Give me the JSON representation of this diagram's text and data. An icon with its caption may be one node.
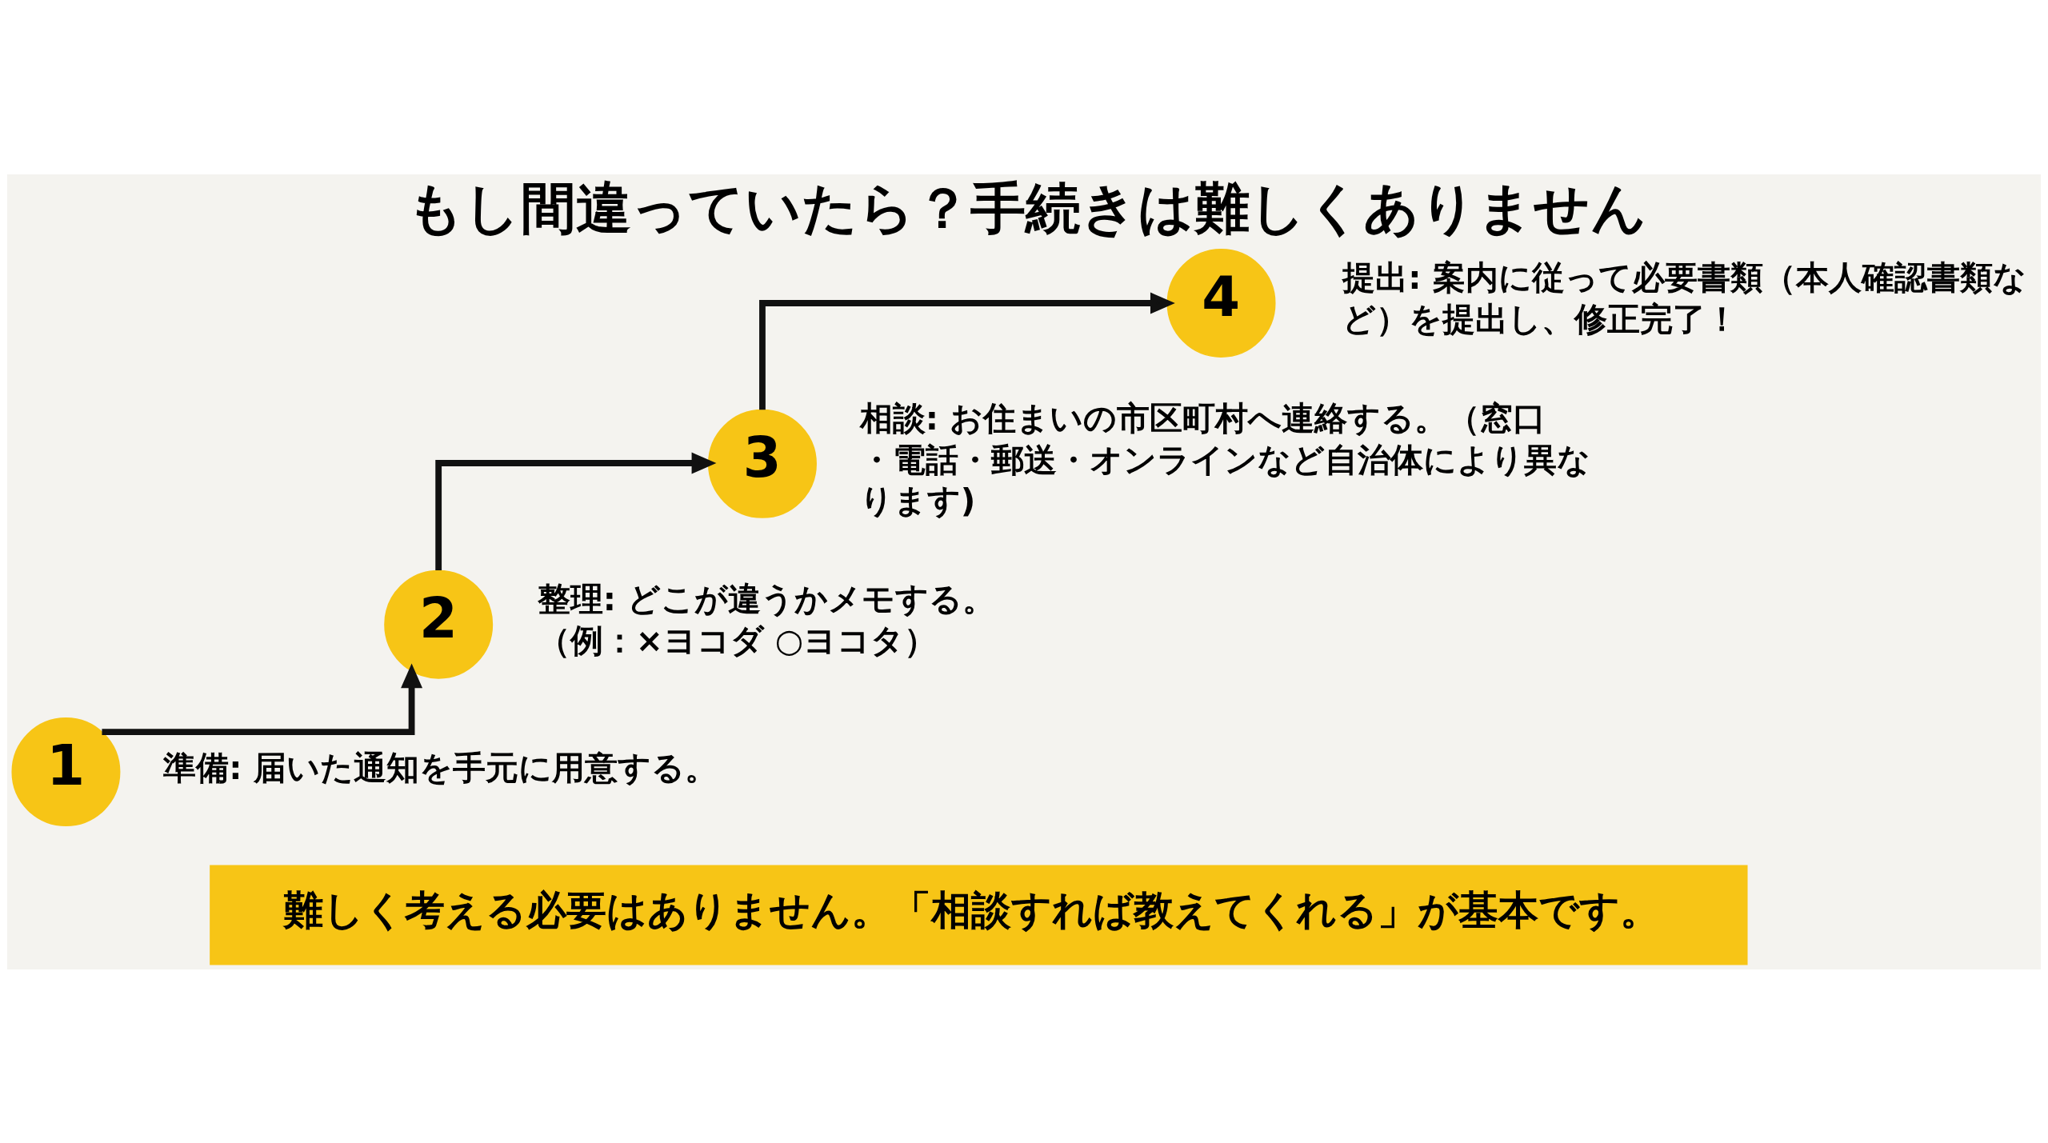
{
  "diagram": {
    "title": "もし間違っていたら？手続きは難しくありません",
    "nodes": [
      {
        "text": [
          "1"
        ],
        "beside": [
          "準備: 届いた通知を手元に用意する。"
        ]
      },
      {
        "text": [
          "2"
        ],
        "beside": [
          "整理: どこが違うかメモする。",
          "（例：×ヨコダ ○ヨコタ）"
        ]
      },
      {
        "text": [
          "3"
        ],
        "beside": [
          "相談: お住まいの市区町村へ連絡する。（窓口・電話・郵送・オンラインなど自治体により異なります)"
        ]
      },
      {
        "text": [
          "4"
        ],
        "beside": [
          "提出: 案内に従って必要書類（本人確認書類など）を提出し、修正完了！"
        ]
      },
      {
        "text": [
          "難しく考える必要はありません。「相談すれば教えてくれる」が基本です。"
        ]
      }
    ],
    "edges": [
      {
        "from": 0,
        "to": 1,
        "arrow": "to"
      },
      {
        "from": 1,
        "to": 2,
        "arrow": "to"
      },
      {
        "from": 2,
        "to": 3,
        "arrow": "to"
      }
    ]
  }
}
